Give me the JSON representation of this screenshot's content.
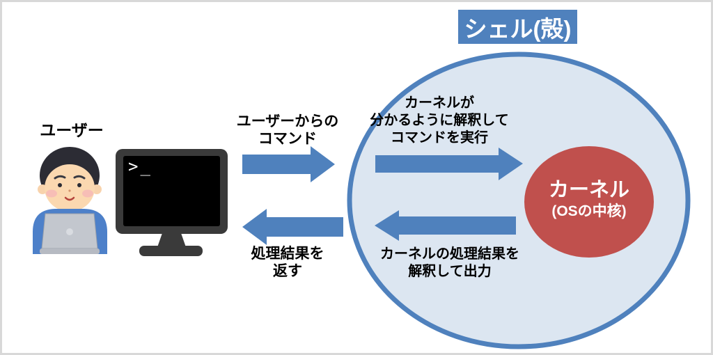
{
  "diagram": {
    "shell": {
      "title": "シェル(殻)"
    },
    "kernel": {
      "name": "カーネル",
      "subtitle": "(OSの中核)"
    },
    "user": {
      "label": "ユーザー"
    },
    "terminal": {
      "prompt": ">_"
    },
    "flows": {
      "user_command": {
        "line1": "ユーザーからの",
        "line2": "コマンド",
        "direction": "user-to-shell"
      },
      "return_result": {
        "line1": "処理結果を",
        "line2": "返す",
        "direction": "shell-to-user"
      },
      "interpret_command": {
        "line1": "カーネルが",
        "line2": "分かるように解釈して",
        "line3": "コマンドを実行",
        "direction": "shell-to-kernel"
      },
      "interpret_output": {
        "line1": "カーネルの処理結果を",
        "line2": "解釈して出力",
        "direction": "kernel-to-shell"
      }
    },
    "colors": {
      "accent_blue": "#4f81bd",
      "shell_fill": "#dce6f1",
      "kernel_red": "#c0504d",
      "text": "#000000",
      "monitor_dark": "#3a3a3a",
      "screen_black": "#000000"
    }
  }
}
